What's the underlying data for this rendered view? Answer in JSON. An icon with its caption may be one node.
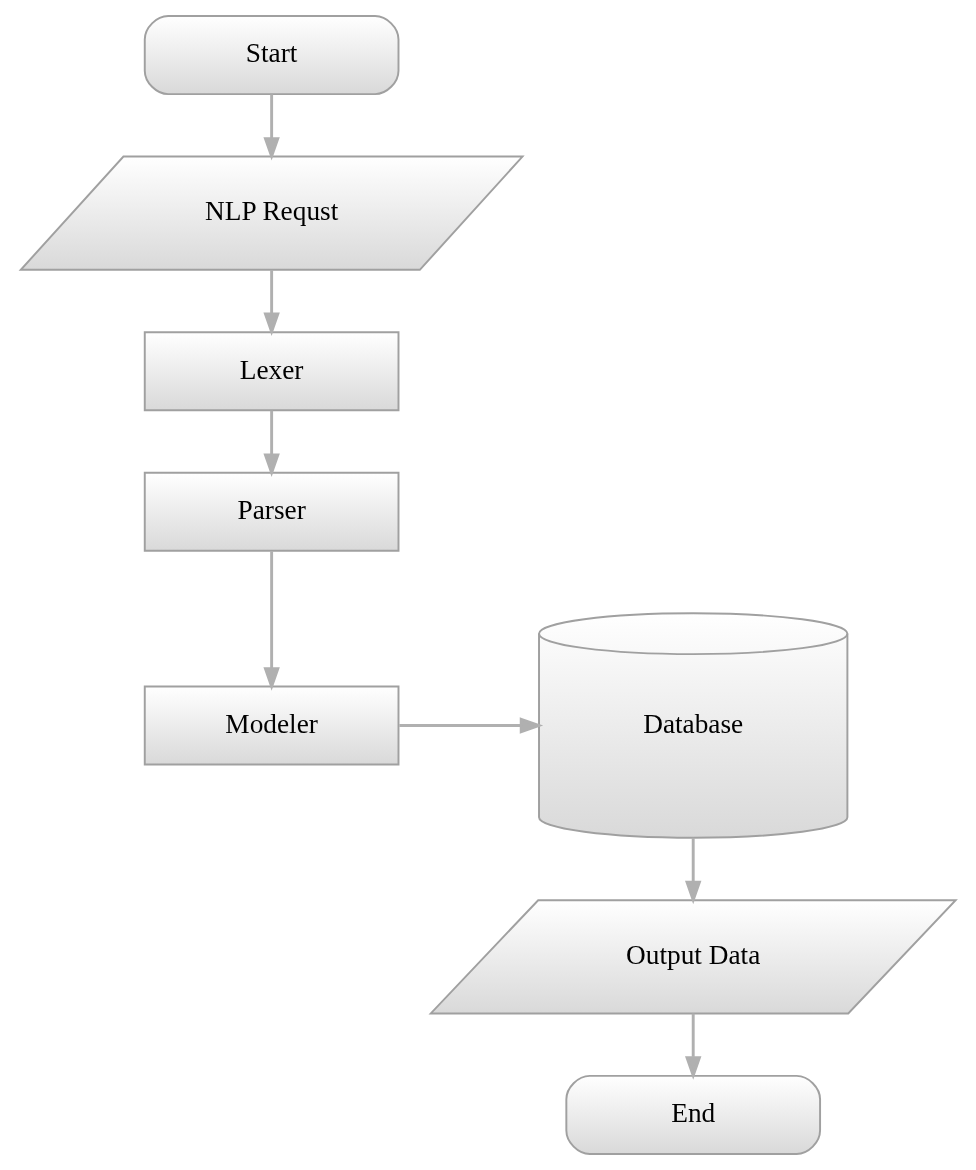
{
  "diagram": {
    "nodes": [
      {
        "text": [
          "Start"
        ]
      },
      {
        "text": [
          "NLP Requst"
        ]
      },
      {
        "text": [
          "Lexer"
        ]
      },
      {
        "text": [
          "Parser"
        ]
      },
      {
        "text": [
          "Modeler"
        ]
      },
      {
        "text": [
          "Database"
        ]
      },
      {
        "text": [
          "Output Data"
        ]
      },
      {
        "text": [
          "End"
        ]
      }
    ],
    "edges": [
      {
        "from": 0,
        "to": 1,
        "arrow": "to"
      },
      {
        "from": 1,
        "to": 2,
        "arrow": "to"
      },
      {
        "from": 2,
        "to": 3,
        "arrow": "to"
      },
      {
        "from": 3,
        "to": 4,
        "arrow": "to"
      },
      {
        "from": 4,
        "to": 5,
        "arrow": "to"
      },
      {
        "from": 5,
        "to": 6,
        "arrow": "to"
      },
      {
        "from": 6,
        "to": 7,
        "arrow": "to"
      }
    ]
  }
}
